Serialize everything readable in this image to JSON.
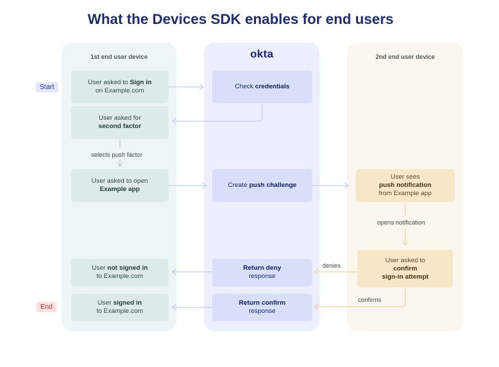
{
  "title": "What the Devices SDK enables for end users",
  "lanes": {
    "first": "1st end user device",
    "okta": "okta",
    "second": "2nd end user device"
  },
  "tags": {
    "start": "Start",
    "end": "End"
  },
  "nodes": {
    "sign_in": {
      "t1": "User asked to ",
      "b1": "Sign in",
      "t2": "on Example.com"
    },
    "check_credentials": {
      "t1": "Check ",
      "b1": "credentials"
    },
    "second_factor": {
      "t1": "User asked for",
      "b1": "second factor"
    },
    "open_app": {
      "t1": "User asked to open",
      "b1": "Example app"
    },
    "push_challenge": {
      "t1": "Create ",
      "b1": "push challenge"
    },
    "push_notification": {
      "t1": "User sees",
      "b1": "push notification",
      "t2": "from Example app"
    },
    "confirm_attempt": {
      "t1": "User asked to",
      "b1": "confirm",
      "b2": "sign-in attempt"
    },
    "not_signed_in": {
      "t1": "User ",
      "b1": "not signed in",
      "t2": "to Example.com"
    },
    "return_deny": {
      "b1": "Return deny",
      "t2": "response"
    },
    "signed_in": {
      "t1": "User ",
      "b1": "signed in",
      "t2": "to Example.com"
    },
    "return_confirm": {
      "b1": "Return confirm",
      "t2": "response"
    }
  },
  "edge_labels": {
    "selects_push": "selects push factor",
    "opens_notification": "opens notification",
    "denies": "denies",
    "confirms": "confirms"
  },
  "colors": {
    "title": "#1f2d6b",
    "lane_first": "#eef5f7",
    "lane_okta": "#eceffd",
    "lane_second": "#fcf7ee",
    "arrow_blue": "#c4cff5",
    "arrow_green": "#b8d6d2",
    "arrow_sand": "#ecd7a6"
  }
}
